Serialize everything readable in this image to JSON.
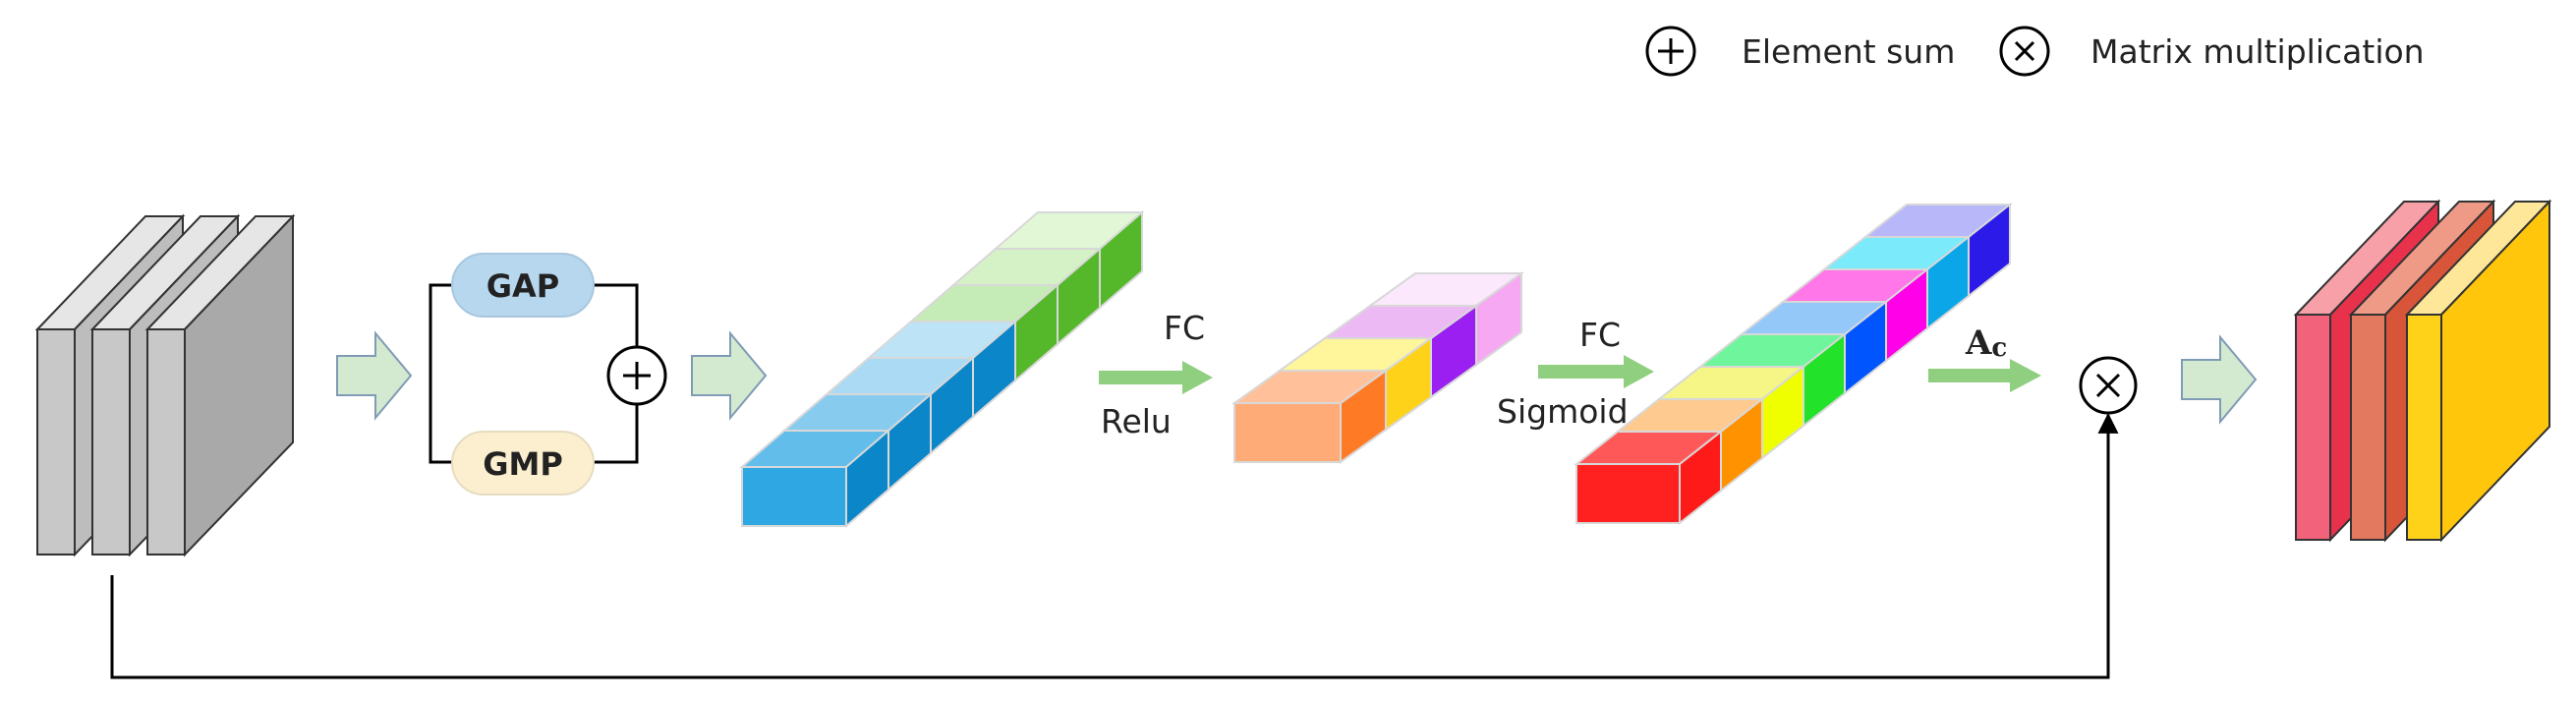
{
  "legend": {
    "element_sum": "Element sum",
    "matrix_multiplication": "Matrix multiplication"
  },
  "pooling": {
    "gap": "GAP",
    "gmp": "GMP"
  },
  "labels": {
    "fc_1": "FC",
    "relu": "Relu",
    "fc_2": "FC",
    "sigmoid": "Sigmoid",
    "ac_main": "A",
    "ac_sub": "c"
  },
  "colors": {
    "input_map": "#c8c8c8",
    "gap_fill": "#b7d7ef",
    "gmp_fill": "#fcefcf",
    "flow_arrow": "#d3ead0",
    "fc_arrow": "#8fcf7f",
    "vector_1": [
      "#2fa7e3",
      "#5fb9e9",
      "#8ecdf0",
      "#a7dbf3",
      "#b2e69e",
      "#c7eeb3",
      "#d8f4c7"
    ],
    "vector_1_side": [
      "#0b86c9",
      "#0b86c9",
      "#0b86c9",
      "#0b86c9",
      "#55b82a",
      "#55b82a",
      "#55b82a"
    ],
    "vector_2": [
      "#ffab78",
      "#fff17a",
      "#e7a2f2",
      "#f9e0fb"
    ],
    "vector_2_side": [
      "#ff7a25",
      "#ffd21a",
      "#9b1ff0",
      "#f7a8f2"
    ],
    "vector_3": [
      "#ff2020",
      "#ffb86b",
      "#f2f35e",
      "#3ff27a",
      "#6fb6f7",
      "#ff4ae0",
      "#4fe3f9",
      "#9f9ff7"
    ],
    "vector_3_side": [
      "#ff1a1a",
      "#ff9200",
      "#f0ff00",
      "#22e22a",
      "#0055ff",
      "#ff00e8",
      "#0aa6e8",
      "#2b1ae8"
    ],
    "output_maps": [
      "#f2627a",
      "#e37a5f",
      "#ffd21a"
    ],
    "output_tops": [
      "#f7a0a8",
      "#ef9a86",
      "#ffe79a"
    ],
    "output_sides": [
      "#e8324b",
      "#d8553a",
      "#ffc60c"
    ]
  }
}
